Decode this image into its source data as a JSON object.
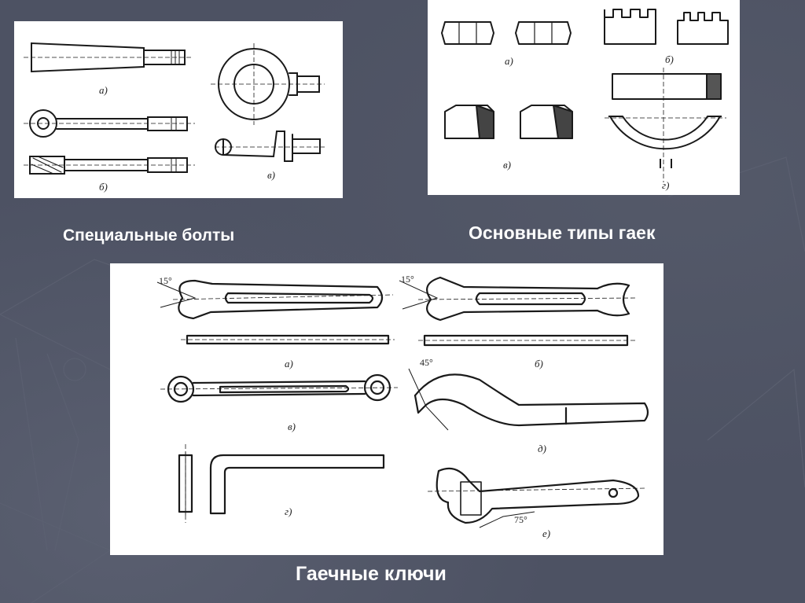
{
  "slide": {
    "background_color": "#4d5263",
    "caption_color": "#ffffff"
  },
  "panels": {
    "bolts": {
      "caption": "Специальные болты",
      "labels": {
        "a": "а)",
        "b": "б)",
        "v": "в)"
      }
    },
    "nuts": {
      "caption": "Основные типы гаек",
      "labels": {
        "a": "а)",
        "b": "б)",
        "v": "в)",
        "g": "г)"
      }
    },
    "wrenches": {
      "caption": "Гаечные ключи",
      "labels": {
        "a": "а)",
        "b": "б)",
        "v": "в)",
        "g": "г)",
        "d": "д)",
        "e": "е)"
      },
      "angles": {
        "a": "15°",
        "b": "15°",
        "d": "45°",
        "e": "75°"
      }
    }
  }
}
